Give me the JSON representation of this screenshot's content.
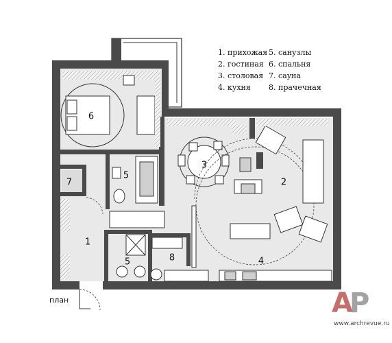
{
  "legend": {
    "col1": [
      "1. прихожая",
      "2. гостиная",
      "3. столовая",
      "4. кухня"
    ],
    "col2": [
      "5. санузлы",
      "6. спальня",
      "7. сауна",
      "8. прачечная"
    ]
  },
  "rooms": {
    "r1": "1",
    "r2": "2",
    "r3": "3",
    "r4": "4",
    "r5a": "5",
    "r5b": "5",
    "r6": "6",
    "r7": "7",
    "r8": "8"
  },
  "caption": "план",
  "watermark": {
    "url": "www.archrevue.ru"
  },
  "colors": {
    "wall": "#4a4a4a",
    "floor": "#e9e9e9",
    "watermark_red": "#b94a48",
    "watermark_grey": "#8d8d8d"
  }
}
